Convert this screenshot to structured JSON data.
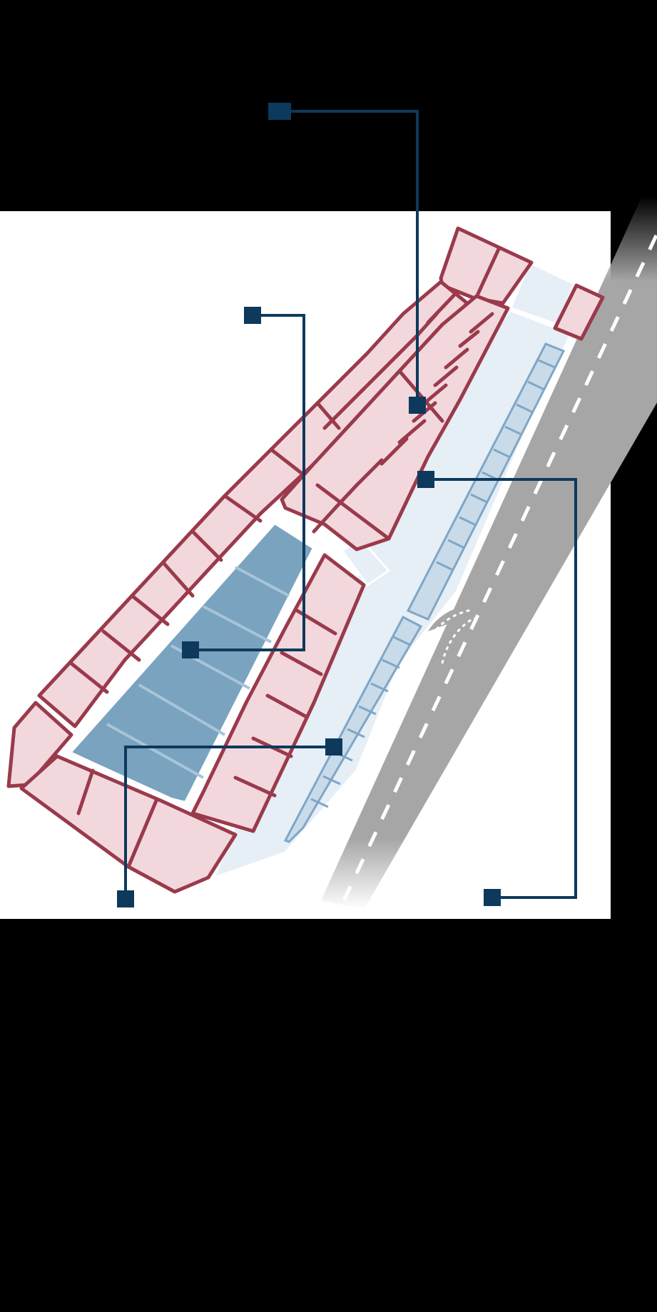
{
  "diagram": {
    "colors": {
      "background": "#000000",
      "panel": "#ffffff",
      "housing_fill": "#f2d8dc",
      "housing_stroke": "#9a3a4c",
      "open_space": "#e6eef6",
      "water_area": "#7aa3bf",
      "parking": "#c9dbe9",
      "road": "#a6a6a6",
      "callout": "#0d3a5c"
    },
    "callouts": [
      "callout-1",
      "callout-2",
      "callout-3",
      "callout-4",
      "callout-5"
    ]
  }
}
